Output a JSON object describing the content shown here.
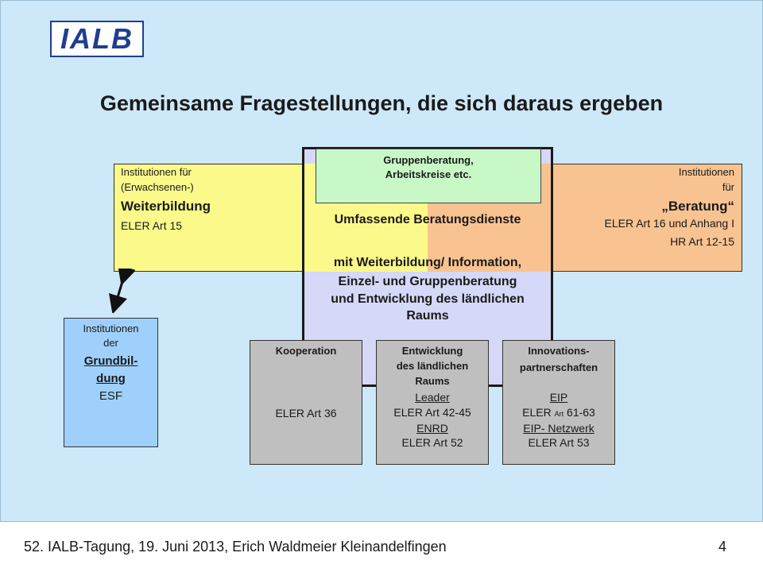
{
  "logo": {
    "text": "IALB"
  },
  "title": "Gemeinsame Fragestellungen, die sich daraus ergeben",
  "weiterbildung": {
    "line1": "Institutionen für",
    "line2": "(Erwachsenen-)",
    "heading": "Weiterbildung",
    "ref": "ELER Art 15"
  },
  "beratung": {
    "line1": "Institutionen",
    "line2": "für",
    "heading": "„Beratung“",
    "ref1": "ELER Art 16 und Anhang I",
    "ref2": "HR Art 12-15"
  },
  "gruppenberatung": {
    "line1": "Gruppenberatung,",
    "line2": "Arbeitskreise etc."
  },
  "center": {
    "heading": "Umfassende Beratungsdienste",
    "line1": "mit Weiterbildung/ Information,",
    "line2": "Einzel- und Gruppenberatung",
    "line3": "und Entwicklung des ländlichen",
    "line4": "Raums"
  },
  "grundbildung": {
    "line1": "Institutionen",
    "line2": "der",
    "heading1": "Grundbil-",
    "heading2": "dung",
    "ref": "ESF"
  },
  "kooperation": {
    "heading": "Kooperation",
    "ref": "ELER Art 36"
  },
  "entwicklung": {
    "heading1": "Entwicklung",
    "heading2": "des ländlichen",
    "heading3": "Raums",
    "link1": "Leader",
    "ref1": "ELER Art 42-45",
    "link2": "ENRD",
    "ref2": "ELER Art 52"
  },
  "innovation": {
    "heading1": "Innovations-",
    "heading2": "partnerschaften",
    "link1": "EIP",
    "ref1_pre": "ELER",
    "ref1_small": "Art",
    "ref1_post": "61-63",
    "link2": "EIP- Netzwerk",
    "ref2": "ELER Art 53"
  },
  "footer": {
    "text": "52. IALB-Tagung, 19. Juni 2013, Erich Waldmeier Kleinandelfingen",
    "page": "4"
  },
  "colors": {
    "background": "#cde8f8",
    "weiterbildung": "#fbf98a",
    "beratung": "#f8c391",
    "center": "#d5d8f6",
    "gruppenberatung": "#c9f8c7",
    "grundbildung": "#9fd0fb",
    "grey_boxes": "#bfbfbf",
    "logo": "#1f3e8f"
  }
}
